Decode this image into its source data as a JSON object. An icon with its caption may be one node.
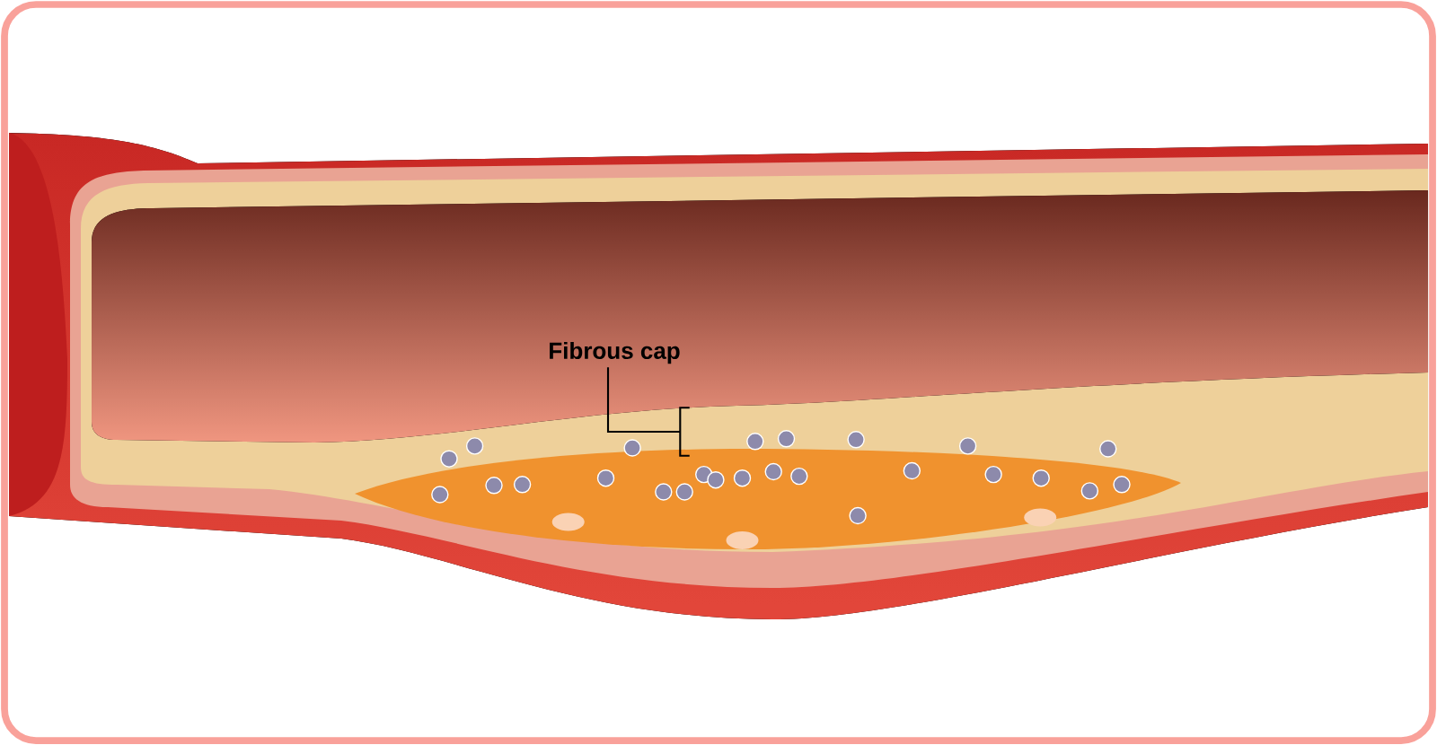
{
  "diagram": {
    "nodes": [
      {
        "text": [
          "Fibrous cap"
        ]
      },
      {
        "text": [],
        "shape": "bracket"
      }
    ],
    "edges": [
      {
        "from": 0,
        "to": 1,
        "arrow": "none"
      }
    ]
  }
}
